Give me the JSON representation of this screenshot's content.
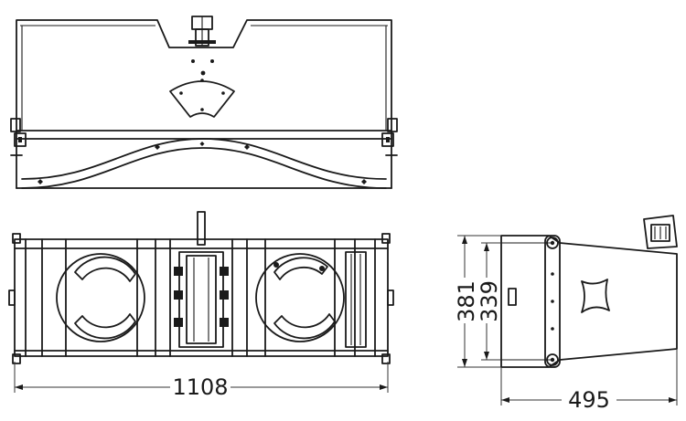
{
  "dimensions": {
    "width_label": "1108",
    "depth_label": "495",
    "height_outer_label": "381",
    "height_inner_label": "339"
  }
}
